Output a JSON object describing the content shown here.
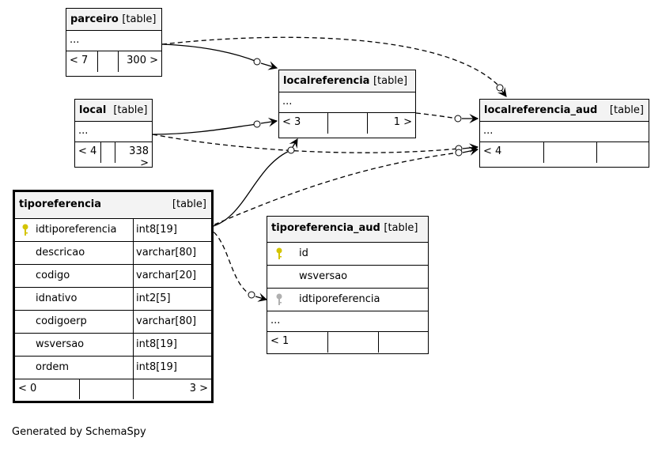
{
  "tables": {
    "parceiro": {
      "name": "parceiro",
      "type": "[table]",
      "dots": "...",
      "foot": [
        "< 7",
        "",
        "300 >"
      ]
    },
    "local": {
      "name": "local",
      "type": "[table]",
      "dots": "...",
      "foot": [
        "< 4",
        "",
        "338 >"
      ]
    },
    "localreferencia": {
      "name": "localreferencia",
      "type": "[table]",
      "dots": "...",
      "foot": [
        "< 3",
        "",
        "1 >"
      ]
    },
    "localreferencia_aud": {
      "name": "localreferencia_aud",
      "type": "[table]",
      "dots": "...",
      "foot": [
        "< 4",
        "",
        ""
      ]
    },
    "tiporeferencia": {
      "name": "tiporeferencia",
      "type": "[table]",
      "columns": [
        {
          "name": "idtiporeferencia",
          "type": "int8[19]",
          "key": "primary"
        },
        {
          "name": "descricao",
          "type": "varchar[80]"
        },
        {
          "name": "codigo",
          "type": "varchar[20]"
        },
        {
          "name": "idnativo",
          "type": "int2[5]"
        },
        {
          "name": "codigoerp",
          "type": "varchar[80]"
        },
        {
          "name": "wsversao",
          "type": "int8[19]"
        },
        {
          "name": "ordem",
          "type": "int8[19]"
        }
      ],
      "foot": [
        "< 0",
        "",
        "3 >"
      ]
    },
    "tiporeferencia_aud": {
      "name": "tiporeferencia_aud",
      "type": "[table]",
      "columns": [
        {
          "name": "id",
          "key": "primary"
        },
        {
          "name": "wsversao"
        },
        {
          "name": "idtiporeferencia",
          "key": "foreign"
        }
      ],
      "dots": "...",
      "foot": [
        "< 1",
        "",
        ""
      ]
    }
  },
  "footer": "Generated by SchemaSpy",
  "colors": {
    "primary_key": "#d4c400",
    "foreign_key": "#b0b0b0",
    "header_bg": "#f3f3f3"
  }
}
